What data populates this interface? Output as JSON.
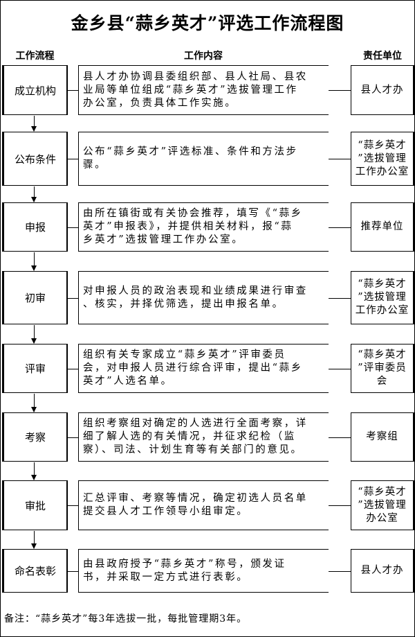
{
  "title": "金乡县“蒜乡英才”评选工作流程图",
  "headers": {
    "flow": "工作流程",
    "content": "工作内容",
    "unit": "责任单位"
  },
  "rows": [
    {
      "step": "成立机构",
      "content": [
        "县人才办协调县委组织部、县人社局、县农",
        "业局等单位组成“蒜乡英才”选拔管理工作",
        "办公室，负责具体工作实施。"
      ],
      "unit": [
        "县人才办"
      ]
    },
    {
      "step": "公布条件",
      "content": [
        "公布“蒜乡英才”评选标准、条件和方法步",
        "骤。"
      ],
      "unit": [
        "“蒜乡英才",
        "”选拔管理",
        "工作办公室"
      ]
    },
    {
      "step": "申报",
      "content": [
        "由所在镇街或有关协会推荐，填写《“蒜乡",
        "英才”申报表》，并提供相关材料，报“蒜",
        "乡英才”选拔管理工作办公室。"
      ],
      "unit": [
        "推荐单位"
      ]
    },
    {
      "step": "初审",
      "content": [
        "对申报人员的政治表现和业绩成果进行审查",
        "、核实，并择优筛选，提出申报名单。"
      ],
      "unit": [
        "“蒜乡英才",
        "”选拔管理",
        "工作办公室"
      ]
    },
    {
      "step": "评审",
      "content": [
        "组织有关专家成立“蒜乡英才”评审委员",
        "会，对申报人员进行综合评审，提出“蒜乡",
        "英才”人选名单。"
      ],
      "unit": [
        "“蒜乡英才",
        "”评审委员",
        "会"
      ]
    },
    {
      "step": "考察",
      "content": [
        "组织考察组对确定的人选进行全面考察，详",
        "细了解人选的有关情况，并征求纪检（监",
        "察）、司法、计划生育等有关部门的意见。"
      ],
      "unit": [
        "考察组"
      ]
    },
    {
      "step": "审批",
      "content": [
        "汇总评审、考察等情况，确定初选人员名单",
        "提交县人才工作领导小组审定。"
      ],
      "unit": [
        "“蒜乡英才",
        "”选拔管理",
        "办公室"
      ]
    },
    {
      "step": "命名表彰",
      "content": [
        "由县政府授予“蒜乡英才”称号，颁发证",
        "书，并采取一定方式进行表彰。"
      ],
      "unit": [
        "县人才办"
      ]
    }
  ],
  "note": "备注：“蒜乡英才”每3年选拔一批，每批管理期3年。"
}
